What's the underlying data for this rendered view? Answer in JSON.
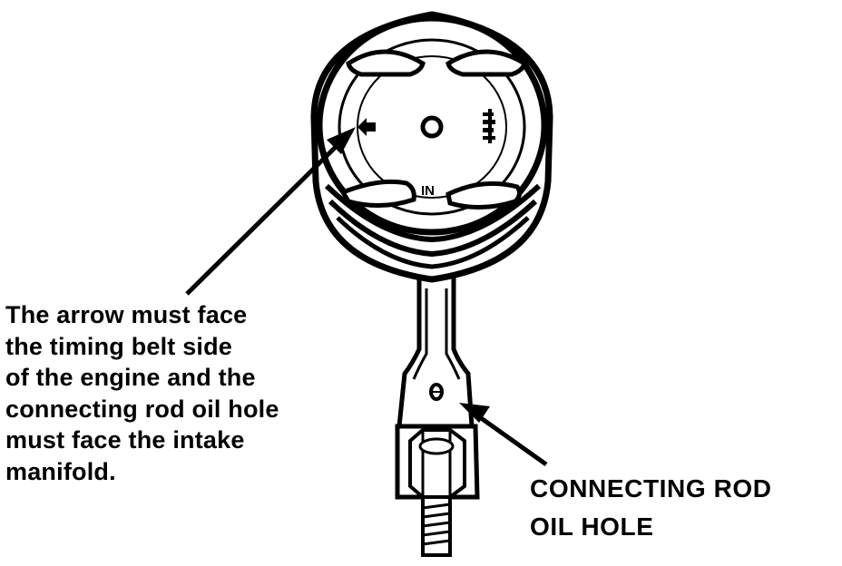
{
  "note_instruction": {
    "lines": [
      "The arrow must face",
      "the timing belt side",
      "of the engine and the",
      "connecting rod oil hole",
      "must face the intake",
      "manifold."
    ]
  },
  "note_oil_hole": {
    "lines": [
      "CONNECTING ROD",
      "OIL HOLE"
    ]
  },
  "piston_marks": {
    "intake_mark": "IN"
  },
  "colors": {
    "ink": "#000000",
    "paper": "#ffffff"
  }
}
